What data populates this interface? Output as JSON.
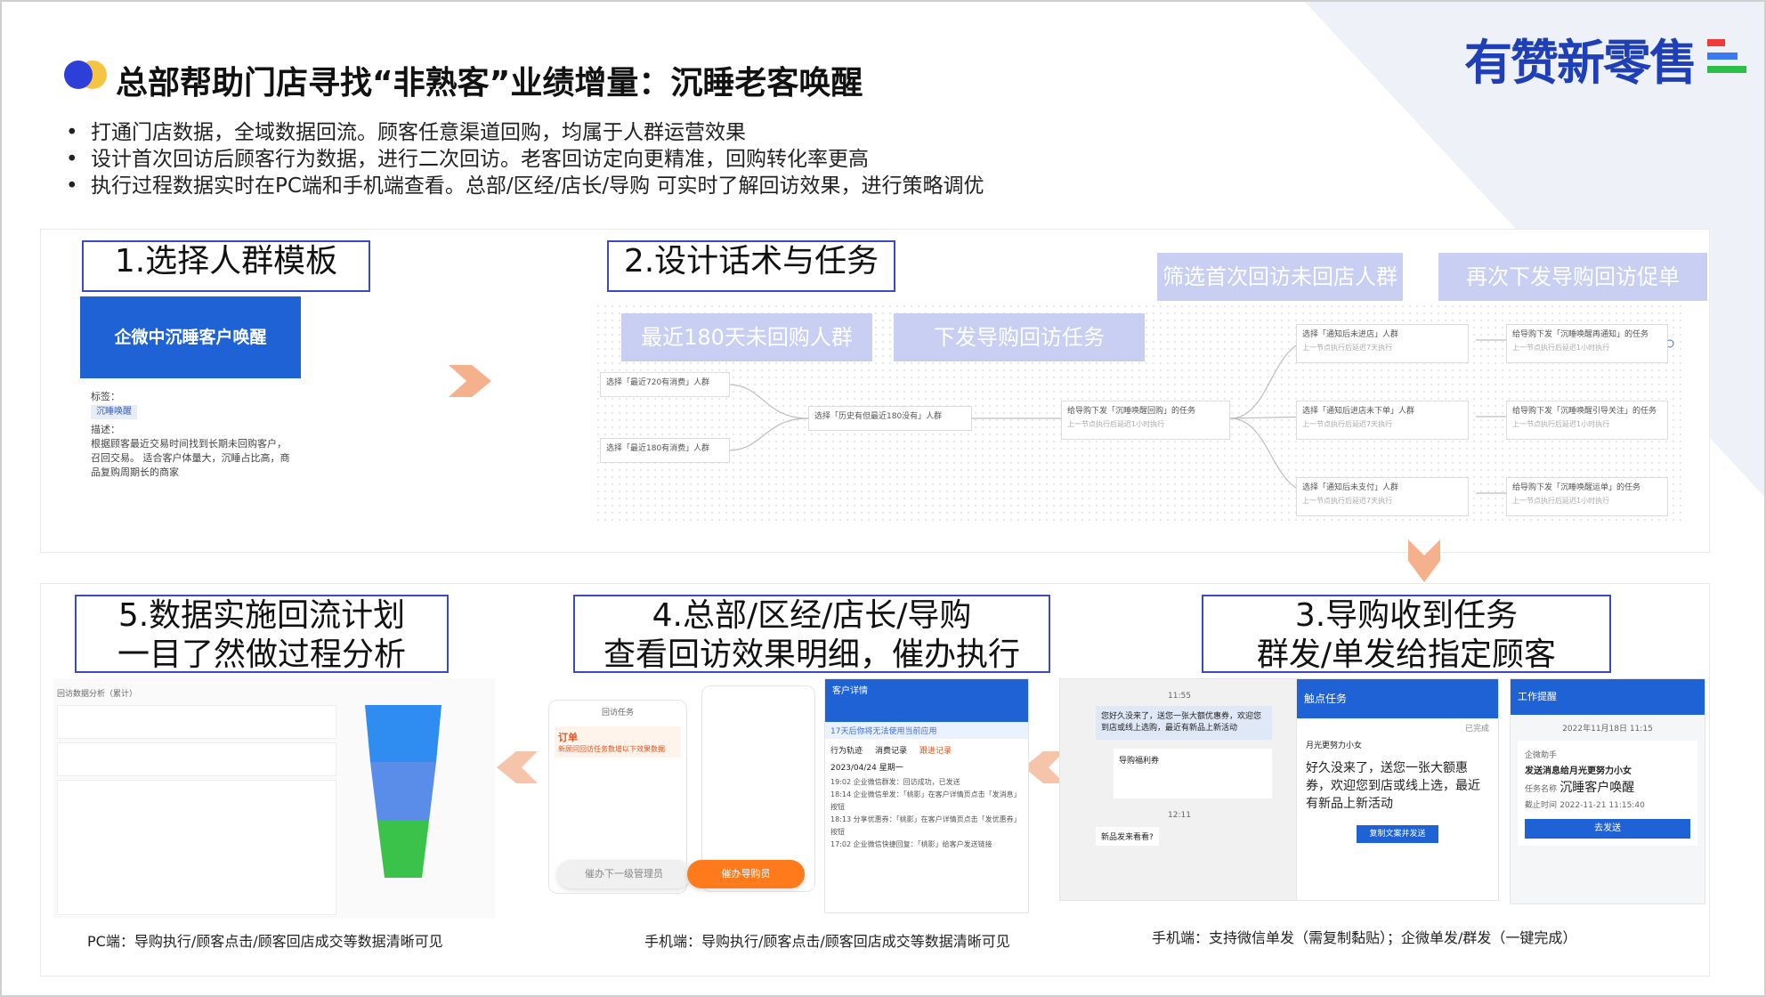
{
  "header": {
    "title": "总部帮助门店寻找“非熟客”业绩增量：沉睡老客唤醒",
    "logo_text": "有赞新零售",
    "colors": {
      "accent_blue": "#2d3fd8",
      "accent_yellow": "#f6c443",
      "logo_blue": "#1f3fb6"
    }
  },
  "bullets": [
    "打通门店数据，全域数据回流。顾客任意渠道回购，均属于人群运营效果",
    "设计首次回访后顾客行为数据，进行二次回访。老客回访定向更精准，回购转化率更高",
    "执行过程数据实时在PC端和手机端查看。总部/区经/店长/导购 可实时了解回访效果，进行策略调优"
  ],
  "steps": {
    "s1": "1.选择人群模板",
    "s2": "2.设计话术与任务",
    "s3_line1": "3.导购收到任务",
    "s3_line2": "群发/单发给指定顾客",
    "s4_line1": "4.总部/区经/店长/导购",
    "s4_line2": "查看回访效果明细，催办执行",
    "s5_line1": "5.数据实施回流计划",
    "s5_line2": "一目了然做过程分析"
  },
  "template_card": {
    "name": "企微中沉睡客户唤醒",
    "tag_label": "标签：",
    "tag": "沉睡唤醒",
    "desc_label": "描述：",
    "desc": "根据顾客最近交易时间找到长期未回购客户，召回交易。 适合客户体量大，沉睡占比高，商品复购周期长的商家"
  },
  "tags": {
    "t1": "最近180天未回购人群",
    "t2": "下发导购回访任务",
    "t3": "筛选首次回访未回店人群",
    "t4": "再次下发导购回访促单"
  },
  "flow": {
    "n1": "选择「最近720有消费」人群",
    "n2": "选择「最近180有消费」人群",
    "n3": "选择「历史有但最近180没有」人群",
    "n4": "给导购下发「沉睡唤醒回购」的任务",
    "n4_sub": "上一节点执行后延迟1小时执行",
    "b1": "选择「通知后未进店」人群",
    "b2": "选择「通知后进店未下单」人群",
    "b3": "选择「通知后未支付」人群",
    "b_sub": "上一节点执行后延迟7天执行",
    "c1": "给导购下发「沉睡唤醒再通知」的任务",
    "c2": "给导购下发「沉睡唤醒引导关注」的任务",
    "c3": "给导购下发「沉睡唤醒运单」的任务",
    "c_sub": "上一节点执行后延迟1小时执行"
  },
  "captions": {
    "pc": "PC端：导购执行/顾客点击/顾客回店成交等数据清晰可见",
    "mobile": "手机端：导购执行/顾客点击/顾客回店成交等数据清晰可见",
    "mobile2": "手机端：支持微信单发（需复制黏贴）；企微单发/群发（一键完成）"
  },
  "screens": {
    "pc_title": "回访数据分析（累计）",
    "m_task": "回访任务",
    "m_order": "订单",
    "m_hint": "新顾问回访任务数增以下效果数据",
    "m_btn1": "催办下一级管理员",
    "m_btn2": "催办导购员",
    "m_detail_hdr": "客户详情",
    "m_detail_tip": "17天后你将无法使用当前应用",
    "m_tabs": [
      "行为轨迹",
      "消费记录",
      "跟进记录"
    ],
    "m_date": "2023/04/24 星期一",
    "m_logs": [
      "19:02  企业微信群发：回访成功，已发送",
      "18:14  企业微信单发：「桃影」在客户详情页点击「发消息」按钮",
      "18:13  分享优惠券：「桃影」在客户详情页点击「发优惠券」按钮",
      "17:02  企业微信快捷回复：「桃影」给客户发送链接"
    ],
    "chat_time1": "11:55",
    "chat_msg1": "您好久没来了，送您一张大额优惠券，欢迎您到店或线上选购，最近有新品上新活动",
    "chat_card": "导购福利券",
    "chat_time2": "12:11",
    "chat_msg2": "新品发来看看?",
    "task_hdr": "触点任务",
    "task_status": "已完成",
    "task_user": "月光更努力小女",
    "task_msg": "好久没来了，送您一张大额惠券，欢迎您到店或线上选，最近有新品上新活动",
    "task_btn": "复制文案并发送",
    "wk_hdr": "工作提醒",
    "wk_date": "2022年11月18日 11:15",
    "wk_from": "企微助手",
    "wk_title": "发送消息给月光更努力小女",
    "wk_name_label": "任务名称",
    "wk_name": "沉睡客户唤醒",
    "wk_deadline_label": "截止时间",
    "wk_deadline": "2022-11-21 11:15:40",
    "wk_btn": "去发送"
  }
}
